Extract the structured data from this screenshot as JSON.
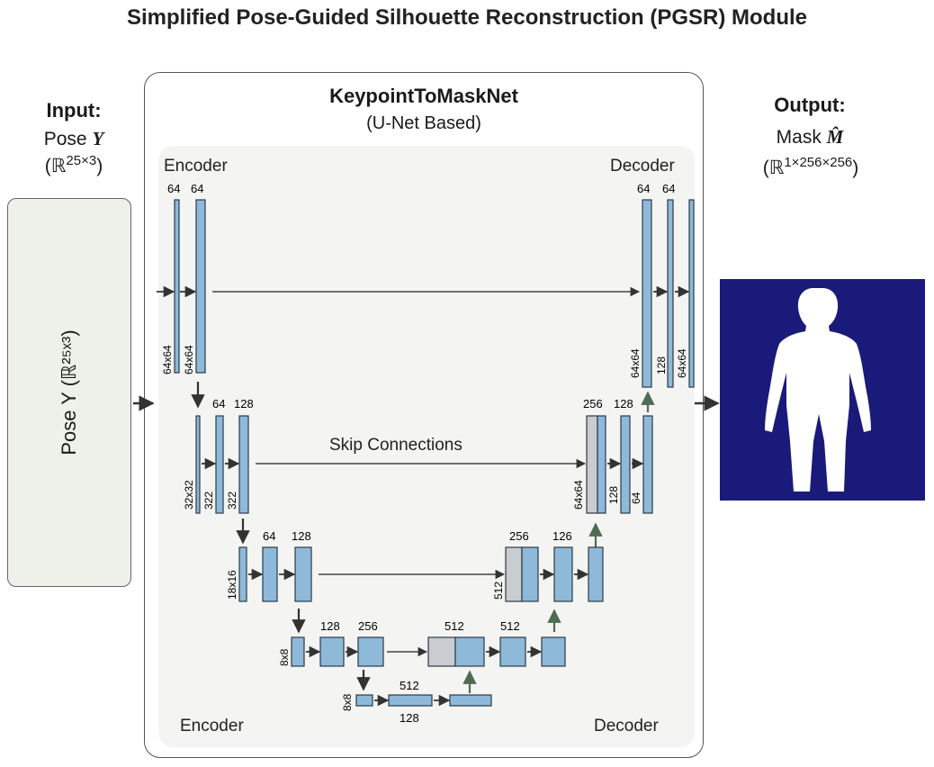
{
  "title": "Simplified Pose-Guided Silhouette Reconstruction (PGSR) Module",
  "input": {
    "heading": "Input:",
    "name_prefix": "Pose ",
    "symbol": "Y",
    "domain_open": "(ℝ",
    "domain_sup": "25×3",
    "domain_close": ")",
    "box_label": "Pose Y (ℝ²⁵ˣ³)"
  },
  "network": {
    "title": "KeypointToMaskNet",
    "subtitle": "(U-Net Based)",
    "encoder_top": "Encoder",
    "decoder_top": "Decoder",
    "encoder_bottom": "Encoder",
    "decoder_bottom": "Decoder",
    "skip_label": "Skip Connections"
  },
  "output": {
    "heading": "Output:",
    "name_prefix": "Mask ",
    "symbol": "M̂",
    "domain_open": "(ℝ",
    "domain_sup": "1×256×256",
    "domain_close": ")"
  },
  "colors": {
    "block_fill": "#8fb9d9",
    "concat_fill": "#c9ccd0",
    "block_stroke": "#2b3a48",
    "mask_bg": "#1a1a7a",
    "panel_bg": "#f4f4f2",
    "pose_bg": "#eef1ea"
  },
  "layer_labels": {
    "enc1_top": [
      "64",
      "64"
    ],
    "enc1_side": [
      "64x64",
      "64x64"
    ],
    "enc2_top": [
      "64",
      "128"
    ],
    "enc2_side": [
      "32x32",
      "322",
      "322"
    ],
    "enc3_top": [
      "64",
      "128"
    ],
    "enc3_side": [
      "18x16"
    ],
    "enc4_top": [
      "128",
      "256"
    ],
    "enc4_side": [
      "8x8"
    ],
    "bottleneck_top": "512",
    "bottleneck_bottom": "128",
    "bottleneck_side": "8x8",
    "dec4_top": [
      "512",
      "512"
    ],
    "dec3_top": [
      "256",
      "126"
    ],
    "dec3_side": [
      "512"
    ],
    "dec2_top": [
      "256",
      "128"
    ],
    "dec2_side": [
      "64x64",
      "128",
      "64"
    ],
    "dec1_top": [
      "64",
      "64"
    ],
    "dec1_side": [
      "64x64",
      "128",
      "64x64"
    ]
  },
  "icons": [
    "arrow-right-icon",
    "arrow-down-icon",
    "arrow-up-icon",
    "silhouette-icon"
  ]
}
